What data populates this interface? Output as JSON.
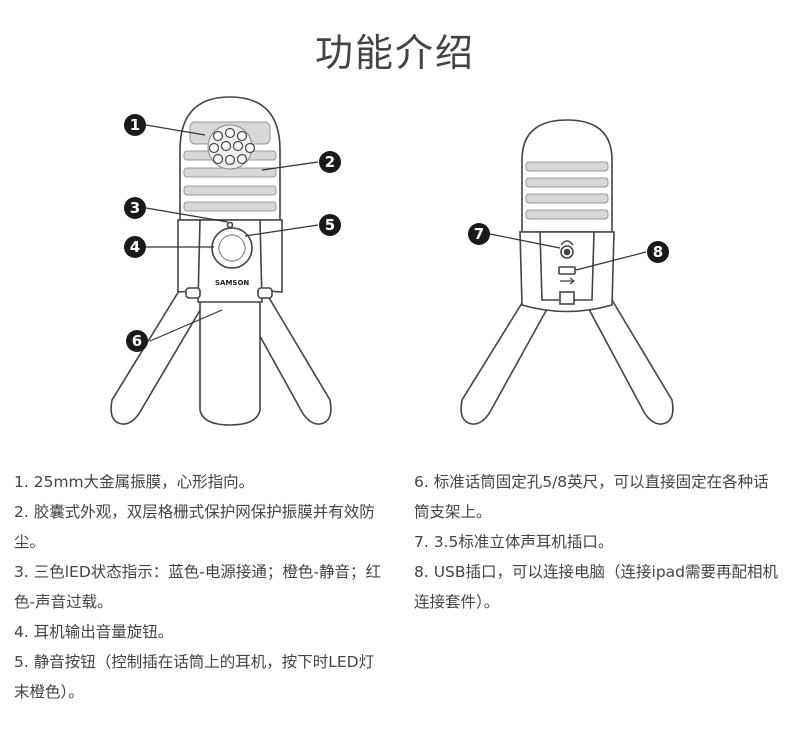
{
  "title": "功能介绍",
  "front": {
    "brand": "SAMSON",
    "callouts": [
      "1",
      "2",
      "3",
      "4",
      "5",
      "6"
    ]
  },
  "back": {
    "callouts": [
      "7",
      "8"
    ]
  },
  "features": {
    "left": [
      "1. 25mm大金属振膜，心形指向。",
      "2. 胶囊式外观，双层格栅式保护网保护振膜并有效防尘。",
      "3. 三色lED状态指示：蓝色-电源接通；橙色-静音；红色-声音过载。",
      "4. 耳机输出音量旋钮。",
      "5. 静音按钮（控制插在话筒上的耳机，按下时LED灯末橙色）。"
    ],
    "right": [
      "6. 标准话筒固定孔5/8英尺，可以直接固定在各种话筒支架上。",
      "7. 3.5标准立体声耳机插口。",
      "8. USB插口，可以连接电脑（连接ipad需要再配相机连接套件）。"
    ]
  },
  "colors": {
    "badge": "#1a1a1a",
    "line": "#333333",
    "grille": "#d4d4d4"
  }
}
